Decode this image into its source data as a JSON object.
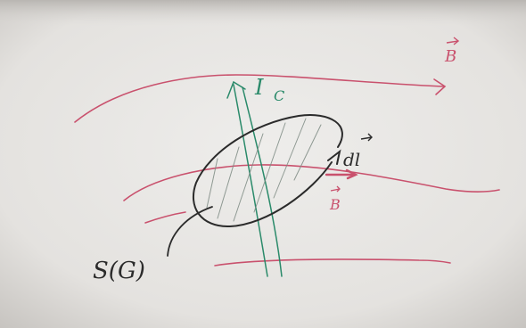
{
  "colors": {
    "background": "#e9e8e6",
    "edge_shadow": "#bdbab6",
    "field_red": "#c9516d",
    "current_green": "#2a8a6a",
    "ink_black": "#2b2b2b"
  },
  "labels": {
    "b_field": "B",
    "current": "I",
    "current_sub": "C",
    "dl": "dl",
    "b_local": "B",
    "surface": "S(G)"
  }
}
